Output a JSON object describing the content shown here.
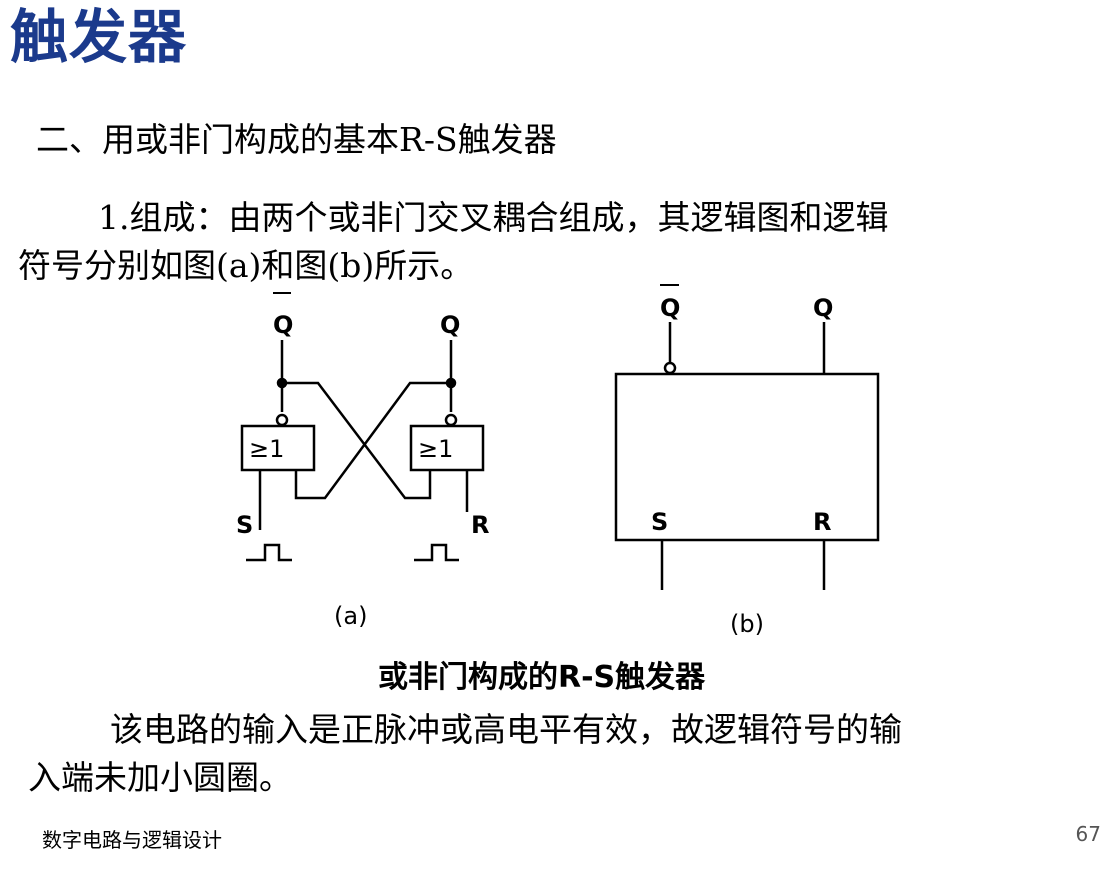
{
  "slide": {
    "title": "触发器",
    "section_heading": "二、用或非门构成的基本R-S触发器",
    "para1_line1": "1.组成：由两个或非门交叉耦合组成，其逻辑图和逻辑",
    "para1_line2": "符号分别如图(a)和图(b)所示。",
    "para2_line1": "该电路的输入是正脉冲或高电平有效，故逻辑符号的输",
    "para2_line2": "入端未加小圆圈。",
    "footer_text": "数字电路与逻辑设计",
    "page_number": "67"
  },
  "diagram": {
    "caption": "或非门构成的R-S触发器",
    "label_qbar_a": "Q",
    "label_q_a": "Q",
    "gate_symbol": "≥1",
    "label_s_a": "S",
    "label_r_a": "R",
    "sublabel_a": "(a)",
    "label_qbar_b": "Q",
    "label_q_b": "Q",
    "label_s_b": "S",
    "label_r_b": "R",
    "sublabel_b": "(b)"
  }
}
